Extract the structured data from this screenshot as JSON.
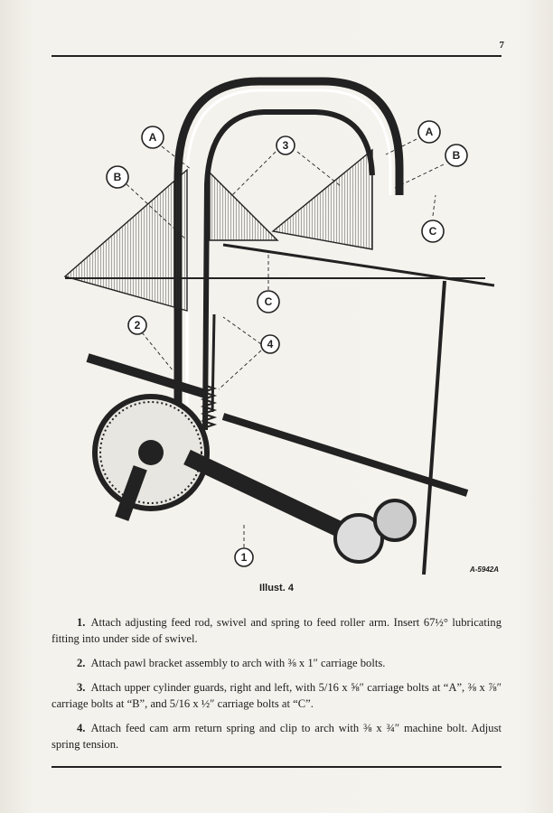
{
  "page": {
    "number": "7"
  },
  "illustration": {
    "caption": "Illust. 4",
    "drawing_number": "A-5942A",
    "callouts": [
      "A",
      "B",
      "3",
      "A",
      "B",
      "C",
      "C",
      "2",
      "4",
      "1"
    ]
  },
  "steps": [
    {
      "number": "1.",
      "text": "Attach adjusting feed rod, swivel and spring to feed roller arm.   Insert 67½° lubricating fitting into under side of swivel."
    },
    {
      "number": "2.",
      "text": "Attach pawl bracket assembly to arch with ⅜ x 1″ carriage bolts."
    },
    {
      "number": "3.",
      "text": "Attach upper cylinder guards, right and left, with 5/16 x ⅝″ carriage bolts at “A”, ⅜ x ⅞″ carriage bolts at “B”, and 5/16 x ½″ carriage bolts at “C”."
    },
    {
      "number": "4.",
      "text": "Attach feed cam arm return spring and clip to arch with ⅜ x ¾″ machine bolt.   Adjust spring tension."
    }
  ]
}
